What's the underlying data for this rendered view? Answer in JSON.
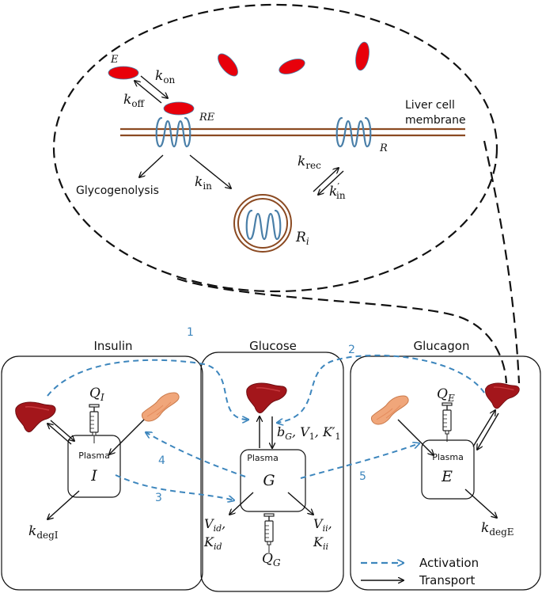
{
  "zoom": {
    "labels": {
      "E": "E",
      "RE": "RE",
      "R": "R",
      "kon_k": "k",
      "kon_sub": "on",
      "koff_k": "k",
      "koff_sub": "off",
      "kin_k": "k",
      "kin_sub": "in",
      "krec_k": "k",
      "krec_sub": "rec",
      "kin2_k": "k",
      "kin2_sub": "in",
      "kin2_prime": "′",
      "Ri": "R",
      "Ri_sub": "i",
      "glycogenolysis": "Glycogenolysis",
      "membrane_line1": "Liver cell",
      "membrane_line2": "membrane"
    },
    "colors": {
      "membrane": "#8b4a22",
      "receptor": "#4a7fa8",
      "glucagon": "#e8000b"
    }
  },
  "compartments": {
    "insulin": {
      "title": "Insulin",
      "plasma": "Plasma",
      "symbol": "I",
      "Q": "Q",
      "Q_sub": "I",
      "kdeg": "k",
      "kdeg_sub": "degI"
    },
    "glucose": {
      "title": "Glucose",
      "plasma": "Plasma",
      "symbol": "G",
      "Q": "Q",
      "Q_sub": "G",
      "params": "b",
      "params_sub": "G",
      "params_rest": ", V",
      "params_sub2": "1",
      "params_rest2": ", K′",
      "params_sub3": "1",
      "Vid": "V",
      "Vid_sub": "id",
      "Kid": "K",
      "Kid_sub": "id",
      "Vii": "V",
      "Vii_sub": "ii",
      "Kii": "K",
      "Kii_sub": "ii"
    },
    "glucagon": {
      "title": "Glucagon",
      "plasma": "Plasma",
      "symbol": "E",
      "Q": "Q",
      "Q_sub": "E",
      "kdeg": "k",
      "kdeg_sub": "degE"
    }
  },
  "activation_numbers": [
    "1",
    "2",
    "3",
    "4",
    "5"
  ],
  "legend": {
    "activation": "Activation",
    "transport": "Transport"
  },
  "colors": {
    "activation": "#3d86bd",
    "liver": "#a3161b",
    "pancreas": "#f0a67a"
  }
}
